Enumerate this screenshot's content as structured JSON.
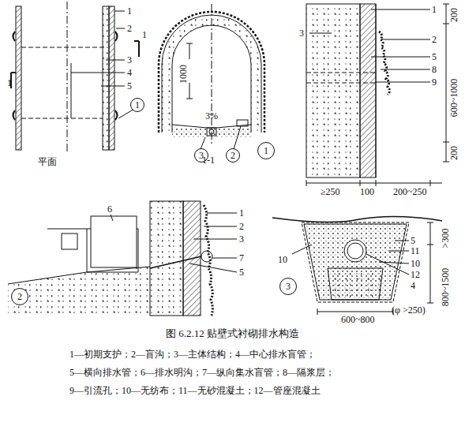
{
  "diagram": {
    "caption": "图 6.2.12 贴壁式衬砌排水构造",
    "nodes": [
      {
        "text": [
          "1"
        ]
      },
      {
        "text": [
          "3"
        ]
      },
      {
        "text": [
          "2"
        ]
      },
      {
        "text": [
          "1"
        ]
      },
      {
        "text": [
          "2"
        ]
      },
      {
        "text": [
          "3"
        ]
      }
    ],
    "labels": [
      "1",
      "2",
      "1",
      "3",
      "4",
      "5",
      "1",
      "平面",
      "1000",
      "3%",
      "1-1",
      "1",
      "3",
      "2",
      "5",
      "8",
      "9",
      "200",
      "600~1000",
      "200",
      "≥250",
      "100",
      "200~250",
      "6",
      "1",
      "2",
      "3",
      "7",
      "5",
      ">300",
      "800~1500",
      "5",
      "11",
      "10",
      "10",
      "12",
      "4",
      "(φ >250)",
      "600~800",
      "1—初期支护；2—盲沟；3—主体结构；4—中心排水盲管；",
      "5—横向排水管；6—排水明沟；7—纵向集水盲管；8—隔浆层；",
      "9—引流孔；10—无纺布；11—无砂混凝土；12—管座混凝土"
    ]
  }
}
